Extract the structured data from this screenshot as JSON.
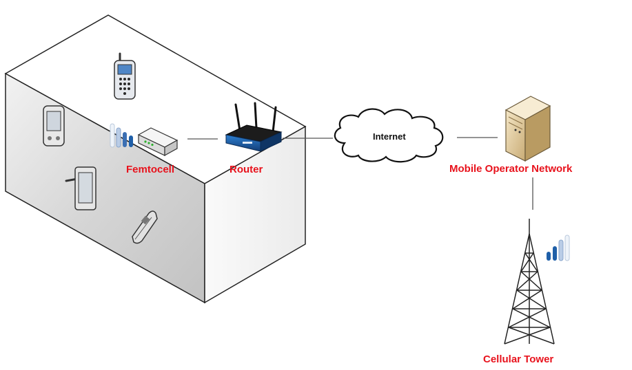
{
  "diagram": {
    "labels": {
      "femtocell": "Femtocell",
      "router": "Router",
      "internet": "Internet",
      "mobile_operator_network": "Mobile Operator Network",
      "cellular_tower": "Cellular Tower"
    },
    "colors": {
      "label_red": "#e8121c",
      "building_front": "#d9d9d9",
      "building_side": "#ffffff",
      "signal_blue": "#1f5fa8",
      "line": "#555555"
    },
    "icons": [
      "building-icon",
      "mobile-phone-icon",
      "pda-icon",
      "tablet-icon",
      "flip-phone-icon",
      "femtocell-icon",
      "router-icon",
      "cloud-icon",
      "server-icon",
      "cell-tower-icon",
      "signal-bars-icon"
    ]
  }
}
